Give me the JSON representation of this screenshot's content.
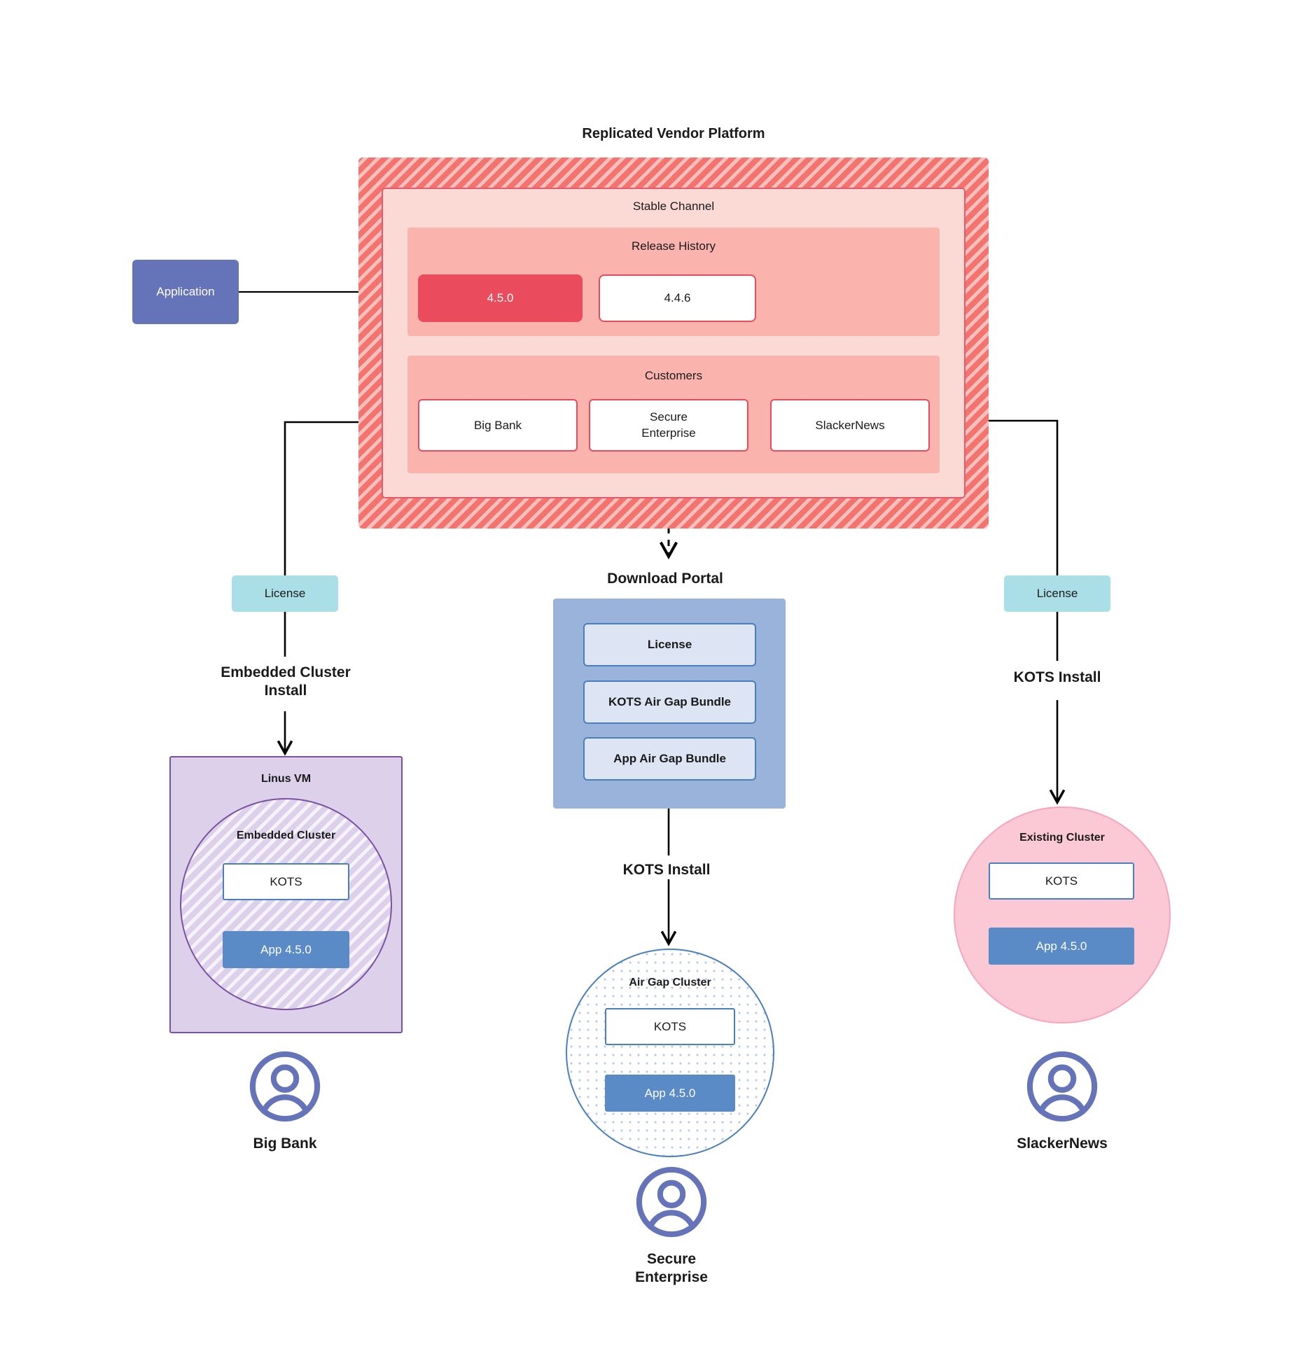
{
  "diagram": {
    "title": "Replicated Vendor Platform",
    "colors": {
      "vendor_platform_hatch": "#f3746f",
      "stable_channel_bg": "#fbd9d5",
      "panel_bg": "#fab4ad",
      "release_current": "#ea4c5e",
      "application_box": "#6574b8",
      "license_chip": "#aadfe7",
      "download_portal": "#9ab3da",
      "download_item": "#dde4f4",
      "vm_purple": "#dcd0ea",
      "vm_border": "#7b52a1",
      "app_blue": "#5b8bc7",
      "kots_border": "#4a7fbd",
      "existing_cluster_pink": "#fbc9d6",
      "persona_icon": "#6574b8"
    }
  },
  "application": {
    "label": "Application"
  },
  "vendor_platform": {
    "stable_channel": {
      "label": "Stable Channel"
    },
    "release_history": {
      "label": "Release History",
      "releases": [
        {
          "version": "4.5.0",
          "state": "current"
        },
        {
          "version": "4.4.6",
          "state": "previous"
        }
      ]
    },
    "customers": {
      "label": "Customers",
      "items": [
        {
          "name": "Big Bank"
        },
        {
          "name": "Secure\nEnterprise"
        },
        {
          "name": "SlackerNews"
        }
      ]
    }
  },
  "licenses": {
    "left_label": "License",
    "right_label": "License"
  },
  "edge_labels": {
    "embedded_cluster_install": "Embedded Cluster\nInstall",
    "kots_install_right": "KOTS Install",
    "kots_install_center": "KOTS Install"
  },
  "linux_vm": {
    "label": "Linus VM",
    "embedded_cluster": {
      "label": "Embedded Cluster",
      "kots": "KOTS",
      "app": "App 4.5.0"
    }
  },
  "download_portal": {
    "title": "Download  Portal",
    "items": [
      {
        "label": "License"
      },
      {
        "label": "KOTS Air Gap Bundle"
      },
      {
        "label": "App Air Gap Bundle"
      }
    ]
  },
  "air_gap_cluster": {
    "label": "Air Gap Cluster",
    "kots": "KOTS",
    "app": "App 4.5.0"
  },
  "existing_cluster": {
    "label": "Existing Cluster",
    "kots": "KOTS",
    "app": "App 4.5.0"
  },
  "personas": [
    {
      "name": "Big Bank"
    },
    {
      "name": "Secure\nEnterprise"
    },
    {
      "name": "SlackerNews"
    }
  ]
}
